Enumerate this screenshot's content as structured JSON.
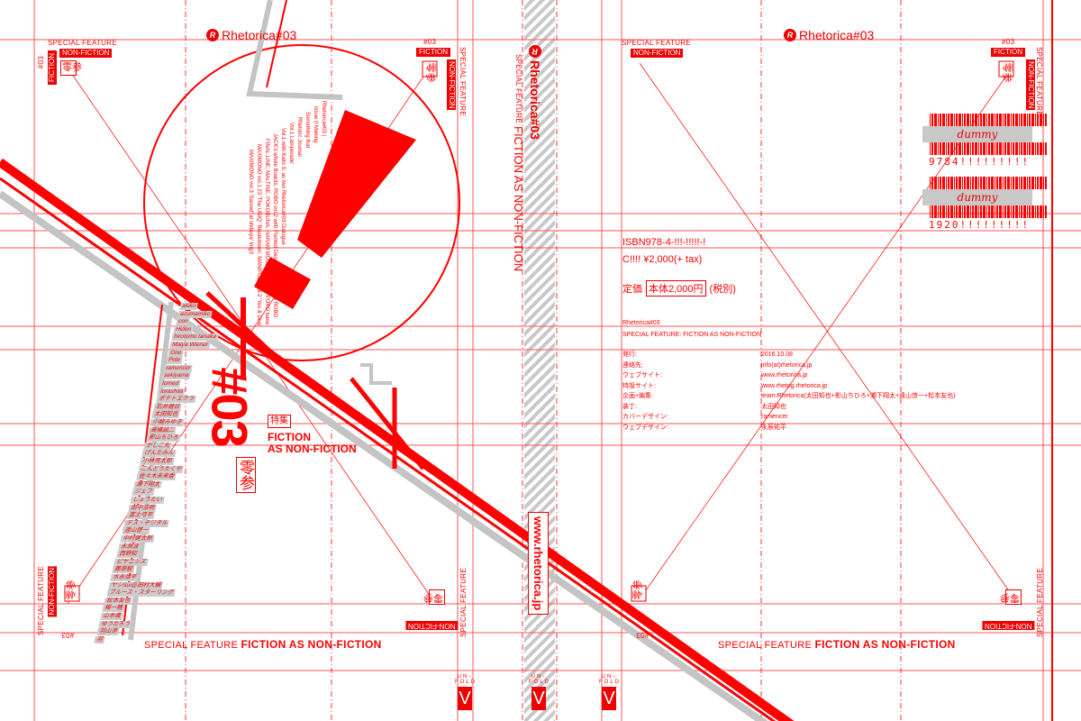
{
  "brand": {
    "logo_text": "Rhetorica#03",
    "logo_mark": "R"
  },
  "cover": {
    "special_feature": "SPECIAL FEATURE",
    "non_fiction": "NON-FICTION",
    "fiction": "FICTION",
    "issue_small": "#03",
    "kanji": "零参",
    "issue_big": "#03",
    "tokushu": "特集",
    "title_line1": "FICTION",
    "title_line2": "AS NON-FICTION",
    "footer_prefix": "SPECIAL FEATURE",
    "footer_title": "FICTION AS NON-FICTION",
    "contents": [
      "Rhetorica#03 |",
      "Issue 0 Making",
      "Something that",
      "Rhetoric Journal",
      "Vol.1 Lamperade'",
      "Vol.1 with Kalin S. as two Rhetorica#03 Dialogue",
      "JACK's whole Boards, ROBO vol.2 with Pointed Design Rhetorica#28 ROBO",
      "FINAL LINE, MALTINE, POKOBUNA, HARAM MUSE 'X' MUMIN POKO bana",
      "MAXIMONO vol.1 23 'The UNIQ' 'Breakdown', MANIFOLD vol.2 'Yes & Dive'",
      "MAXIMONO vol.3 'Sacred' at shibuya' Img3"
    ],
    "names": [
      "akiko",
      "azumamiko",
      "con",
      "Hiden",
      "hirotomo tanaka",
      "Maiya Wiener",
      "Ono",
      "Pole",
      "ramencer",
      "sekiyama",
      "tomed",
      "torashita",
      "ポテトエクラ",
      "石井健日",
      "太田知也",
      "小龍みゆき",
      "高橋誠二",
      "影山ちひろ",
      "かしこ丸",
      "げんたみん",
      "小林亮太郎",
      "こんどうたくや",
      "佐々木未来香",
      "瀬下翔太",
      "ジェフ",
      "しょうたい",
      "田中浩明",
      "富士弓平",
      "デス・ヂジタル",
      "遠山啓一",
      "中村健太郎",
      "永辰波",
      "西野知",
      "ピヤニシズ",
      "藤原駿",
      "水永靖平",
      "ヤシSui@田村大輔",
      "ブルース・スターリング",
      "松本友也",
      "楊一暁",
      "山本颯",
      "ゆうたろう",
      "羽山涼",
      "羽"
    ]
  },
  "spine": {
    "logo": "Rhetorica#03",
    "prefix": "SPECIAL FEATURE",
    "title": "FICTION AS NON-FICTION",
    "url": "www.rhetorica.jp"
  },
  "unfold": {
    "line1": "UN-",
    "line2": "FOLD",
    "glyph": "V"
  },
  "back": {
    "isbn": "ISBN978-4-!!!-!!!!!-!",
    "price_code": "C!!!! ¥2,000(+ tax)",
    "teika": "定価",
    "price_box": "本体2,000円",
    "tax": "(税別)",
    "issue_line": "Rhetorica#03",
    "feature_line": "SPECIAL FEATURE: FICTION AS NON-FICTION",
    "info": [
      {
        "k": "発行:",
        "v": "2016.10.08"
      },
      {
        "k": "連絡先:",
        "v": "info(at)rhetorica.jp"
      },
      {
        "k": "ウェブサイト:",
        "v": "www.rhetorica.jp"
      },
      {
        "k": "特設サイト:",
        "v": "www.rhetog.rhetorica.jp"
      },
      {
        "k": "企画+編集:",
        "v": "team:Rhetorica(太田知也+影山ちひろ+瀬下翔太+遠山啓一+松本友也)"
      },
      {
        "k": "装丁:",
        "v": "太田知也"
      },
      {
        "k": "カバーデザイン:",
        "v": "ramencer"
      },
      {
        "k": "ウェブデザイン:",
        "v": "永辰祐平"
      }
    ],
    "barcode1": {
      "label": "dummy",
      "number": "9784!!!!!!!!!"
    },
    "barcode2": {
      "label": "dummy",
      "number": "1920!!!!!!!!!"
    }
  },
  "colors": {
    "red": "#ff0000",
    "gray": "#c4c4c4"
  }
}
